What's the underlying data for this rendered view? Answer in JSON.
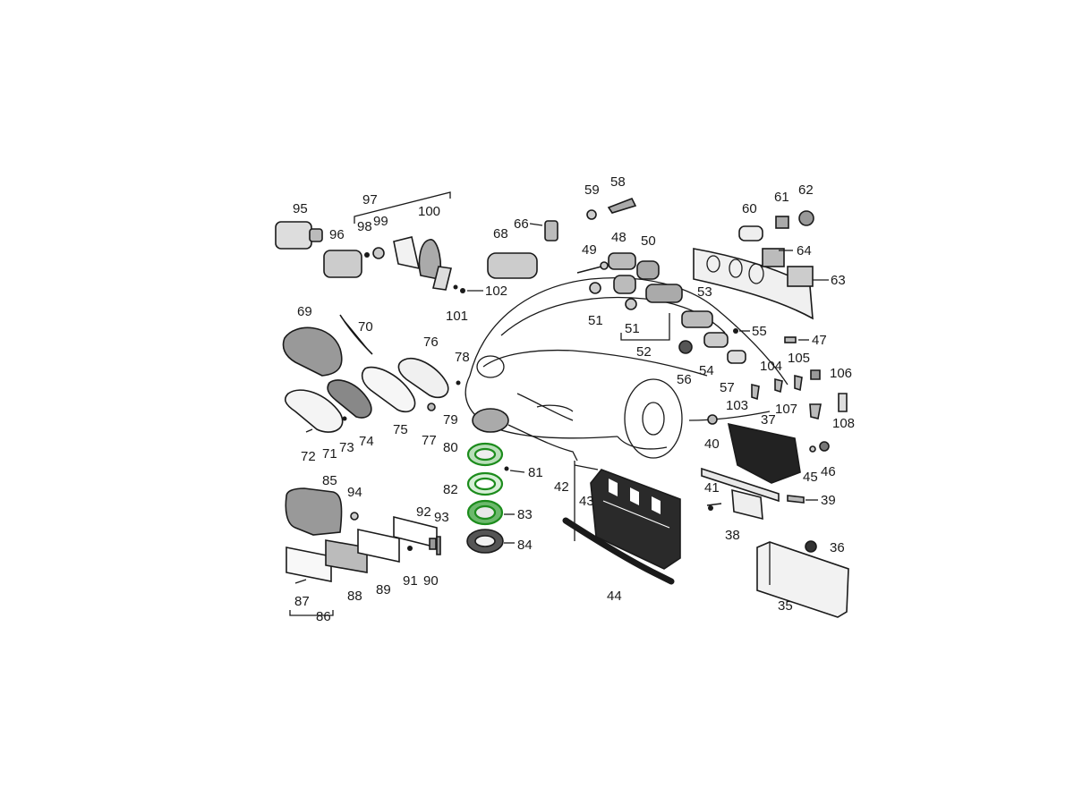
{
  "diagram": {
    "highlight_color": "#1c8c1c",
    "ink_color": "#1a1a1a",
    "highlighted_parts": [
      "80",
      "82",
      "83"
    ],
    "labels": {
      "p95": "95",
      "p97": "97",
      "p96": "96",
      "p98": "98",
      "p99": "99",
      "p100": "100",
      "p102": "102",
      "p101": "101",
      "p68": "68",
      "p66": "66",
      "p59": "59",
      "p58": "58",
      "p49": "49",
      "p48": "48",
      "p50": "50",
      "p51a": "51",
      "p51b": "51",
      "p52": "52",
      "p53": "53",
      "p55": "55",
      "p56": "56",
      "p54": "54",
      "p57": "57",
      "p60": "60",
      "p61": "61",
      "p62": "62",
      "p64": "64",
      "p63": "63",
      "p47": "47",
      "p69": "69",
      "p70": "70",
      "p76": "76",
      "p78": "78",
      "p72": "72",
      "p71": "71",
      "p73": "73",
      "p74": "74",
      "p75": "75",
      "p77": "77",
      "p79": "79",
      "p80": "80",
      "p81": "81",
      "p82": "82",
      "p83": "83",
      "p84": "84",
      "p42": "42",
      "p43": "43",
      "p44": "44",
      "p104": "104",
      "p105": "105",
      "p106": "106",
      "p103": "103",
      "p107": "107",
      "p108": "108",
      "p37": "37",
      "p40": "40",
      "p45": "45",
      "p46": "46",
      "p41": "41",
      "p39": "39",
      "p38": "38",
      "p36": "36",
      "p35": "35",
      "p85": "85",
      "p94": "94",
      "p92": "92",
      "p93": "93",
      "p91": "91",
      "p90": "90",
      "p89": "89",
      "p88": "88",
      "p87": "87",
      "p86": "86"
    }
  }
}
